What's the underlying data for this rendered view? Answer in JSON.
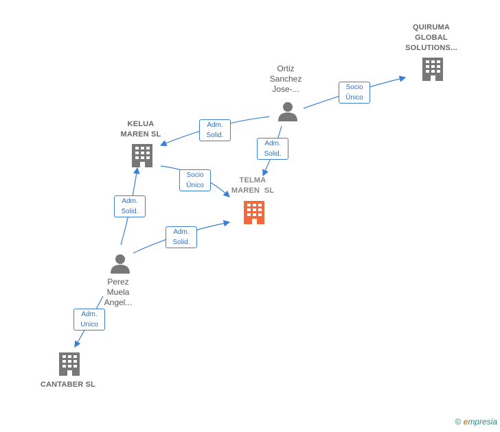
{
  "nodes": {
    "quiruma": {
      "line1": "QUIRUMA",
      "line2": "GLOBAL",
      "line3": "SOLUTIONS..."
    },
    "ortiz": {
      "line1": "Ortiz",
      "line2": "Sanchez",
      "line3": "Jose-..."
    },
    "kelua": {
      "line1": "KELUA",
      "line2": "MAREN SL"
    },
    "telma": {
      "line1": "TELMA",
      "line2": "MAREN  SL"
    },
    "perez": {
      "line1": "Perez",
      "line2": "Muela",
      "line3": "Angel..."
    },
    "cantaber": {
      "line1": "CANTABER SL"
    }
  },
  "edges": {
    "ortiz_quiruma": {
      "line1": "Socio",
      "line2": "Único"
    },
    "ortiz_kelua": {
      "line1": "Adm.",
      "line2": "Solid."
    },
    "ortiz_telma": {
      "line1": "Adm.",
      "line2": "Solid."
    },
    "kelua_telma": {
      "line1": "Socio",
      "line2": "Único"
    },
    "perez_kelua": {
      "line1": "Adm.",
      "line2": "Solid."
    },
    "perez_telma": {
      "line1": "Adm.",
      "line2": "Solid."
    },
    "perez_cantaber": {
      "line1": "Adm.",
      "line2": "Unico"
    }
  },
  "colors": {
    "edge": "#3a7fd5",
    "company": "#777777",
    "focus_company": "#f26a3b",
    "person": "#777777"
  },
  "footer": {
    "copyright": "©",
    "brand_initial": "e",
    "brand_rest": "mpresia"
  }
}
